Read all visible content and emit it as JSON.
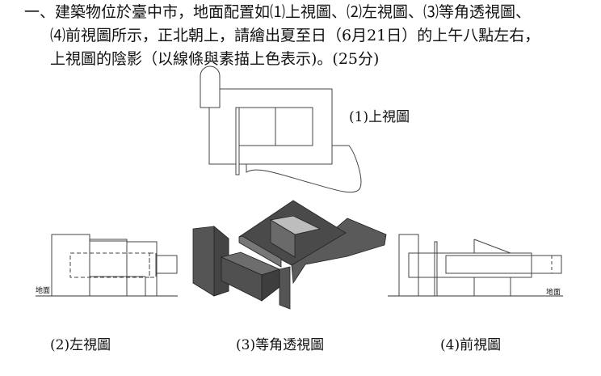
{
  "question": {
    "line1": "一、建築物位於臺中市，地面配置如⑴上視圖、⑵左視圖、⑶等角透視圖、",
    "line2": "⑷前視圖所示，正北朝上，請繪出夏至日（6月21日）的上午八點左右，",
    "line3": "上視圖的陰影（以線條與素描上色表示)。(25分)"
  },
  "figures": {
    "top_view_label": "(1)上視圖",
    "left_view_label": "(2)左視圖",
    "iso_view_label": "(3)等角透視圖",
    "front_view_label": "(4)前視圖",
    "ground_label_left": "地面",
    "ground_label_right": "地面"
  }
}
